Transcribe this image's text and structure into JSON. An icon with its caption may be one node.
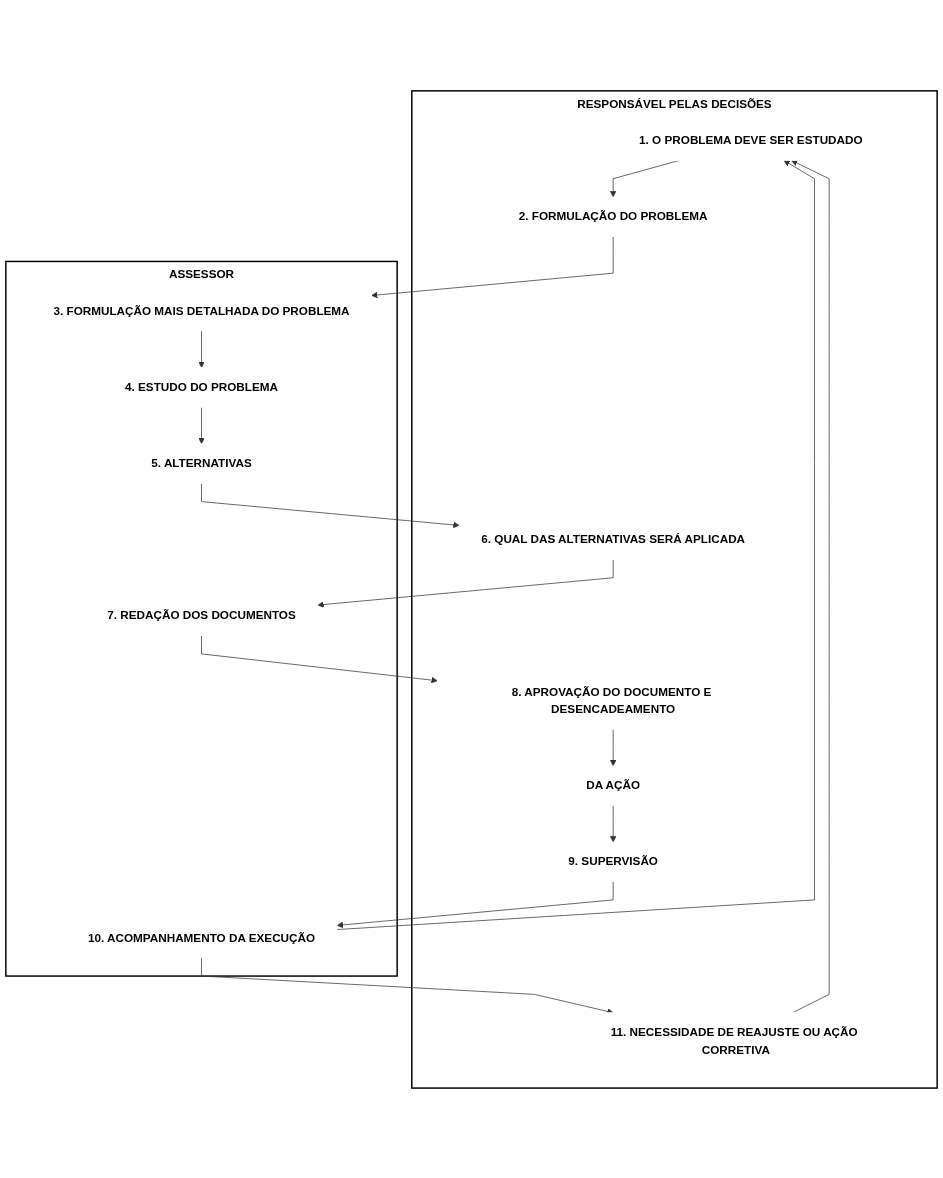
{
  "diagram": {
    "nodes": [
      {
        "text": [
          "RESPONSÁVEL PELAS DECISÕES"
        ]
      },
      {
        "text": [
          "ASSESSOR"
        ]
      },
      {
        "text": [
          "1. O PROBLEMA DEVE SER ESTUDADO"
        ],
        "in": 0
      },
      {
        "text": [
          "2. FORMULAÇÃO DO PROBLEMA"
        ],
        "in": 0
      },
      {
        "text": [
          "3. FORMULAÇÃO MAIS DETALHADA DO PROBLEMA"
        ],
        "in": 1
      },
      {
        "text": [
          "4. ESTUDO DO PROBLEMA"
        ],
        "in": 1
      },
      {
        "text": [
          "5. ALTERNATIVAS"
        ],
        "in": 1
      },
      {
        "text": [
          "6. QUAL DAS ALTERNATIVAS SERÁ APLICADA"
        ],
        "in": 0
      },
      {
        "text": [
          "7. REDAÇÃO DOS DOCUMENTOS"
        ],
        "in": 1
      },
      {
        "text": [
          "8. APROVAÇÃO DO DOCUMENTO E DESENCADEAMENTO"
        ],
        "in": 0
      },
      {
        "text": [
          "DA AÇÃO"
        ],
        "in": 0
      },
      {
        "text": [
          "9. SUPERVISÃO"
        ],
        "in": 0
      },
      {
        "text": [
          "10. ACOMPANHAMENTO DA EXECUÇÃO"
        ],
        "in": 1
      },
      {
        "text": [
          "11. NECESSIDADE DE REAJUSTE OU AÇÃO CORRETIVA"
        ],
        "in": 0
      }
    ],
    "edges": [
      {
        "from": 2,
        "to": 3,
        "arrow": "to"
      },
      {
        "from": 3,
        "to": 4,
        "arrow": "to"
      },
      {
        "from": 4,
        "to": 5,
        "arrow": "to"
      },
      {
        "from": 5,
        "to": 6,
        "arrow": "to"
      },
      {
        "from": 6,
        "to": 7,
        "arrow": "to"
      },
      {
        "from": 7,
        "to": 8,
        "arrow": "to"
      },
      {
        "from": 8,
        "to": 9,
        "arrow": "to"
      },
      {
        "from": 9,
        "to": 10,
        "arrow": "to"
      },
      {
        "from": 10,
        "to": 11,
        "arrow": "to"
      },
      {
        "from": 11,
        "to": 12,
        "arrow": "to"
      },
      {
        "from": 12,
        "to": 13,
        "arrow": "to"
      },
      {
        "from": 13,
        "to": 2,
        "arrow": "to"
      },
      {
        "from": 12,
        "to": 2,
        "arrow": "to"
      }
    ]
  }
}
